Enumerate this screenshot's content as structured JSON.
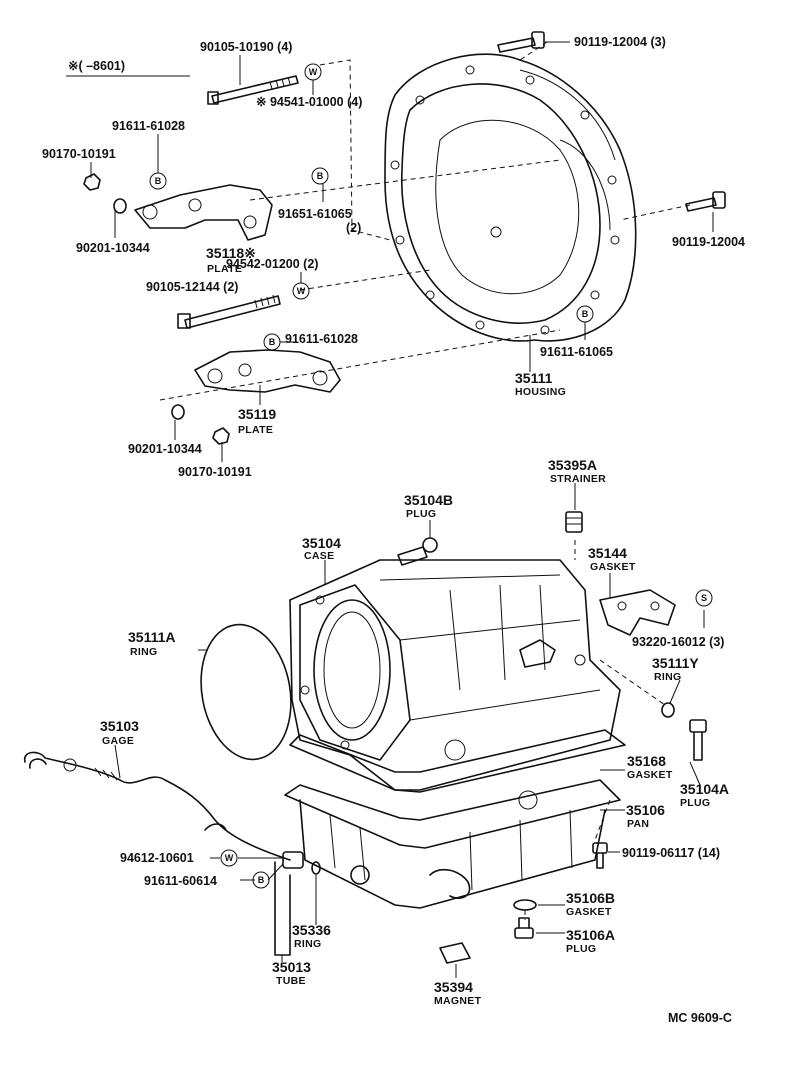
{
  "note": "※(      –8601)",
  "footer": "MC  9609-C",
  "labels": {
    "p90105_10190": "90105-10190 (4)",
    "p94541_01000": "※ 94541-01000 (4)",
    "p91611_61028_top": "91611-61028",
    "p90170_10191_top": "90170-10191",
    "p90201_10344_top": "90201-10344",
    "p35118": "35118※",
    "p35118_sub": "PLATE",
    "p91651_61065": "91651-61065",
    "p91651_61065_qty": "(2)",
    "p94542_01200": "94542-01200 (2)",
    "p90105_12144": "90105-12144 (2)",
    "p91611_61028_mid": "91611-61028",
    "p35119": "35119",
    "p35119_sub": "PLATE",
    "p90201_10344_bot": "90201-10344",
    "p90170_10191_bot": "90170-10191",
    "p90119_12004_a": "90119-12004 (3)",
    "p90119_12004_b": "90119-12004",
    "p91611_61065": "91611-61065",
    "p35111": "35111",
    "p35111_sub": "HOUSING",
    "p35395A": "35395A",
    "p35395A_sub": "STRAINER",
    "p35104B": "35104B",
    "p35104B_sub": "PLUG",
    "p35104": "35104",
    "p35104_sub": "CASE",
    "p35144": "35144",
    "p35144_sub": "GASKET",
    "p93220_16012": "93220-16012 (3)",
    "p35111A": "35111A",
    "p35111A_sub": "RING",
    "p35111Y": "35111Y",
    "p35111Y_sub": "RING",
    "p35103": "35103",
    "p35103_sub": "GAGE",
    "p35104A": "35104A",
    "p35104A_sub": "PLUG",
    "p35168": "35168",
    "p35168_sub": "GASKET",
    "p35106": "35106",
    "p35106_sub": "PAN",
    "p90119_06117": "90119-06117 (14)",
    "p94612_10601": "94612-10601",
    "p91611_60614": "91611-60614",
    "p35336": "35336",
    "p35336_sub": "RING",
    "p35013": "35013",
    "p35013_sub": "TUBE",
    "p35106B": "35106B",
    "p35106B_sub": "GASKET",
    "p35106A": "35106A",
    "p35106A_sub": "PLUG",
    "p35394": "35394",
    "p35394_sub": "MAGNET"
  },
  "symbols": {
    "W": "W",
    "B": "B",
    "S": "S"
  }
}
